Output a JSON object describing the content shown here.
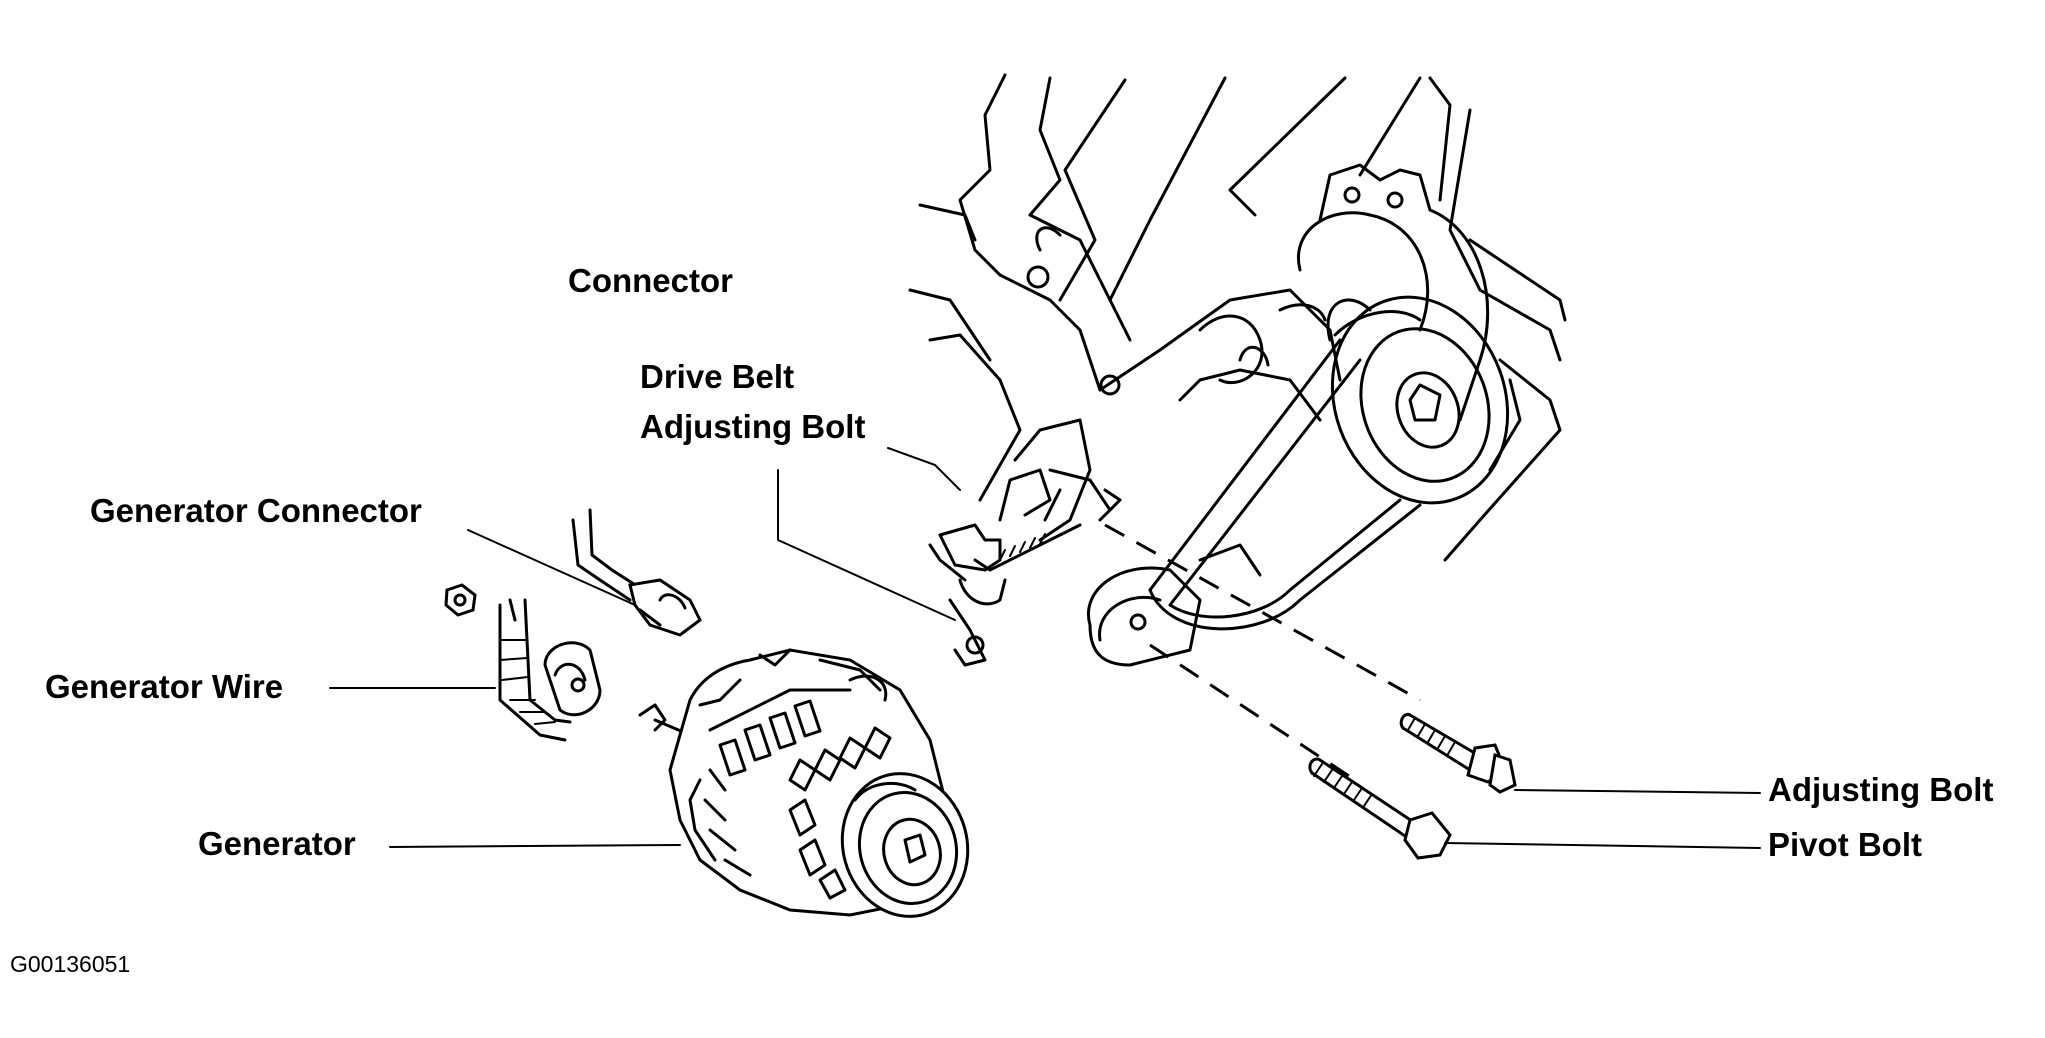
{
  "labels": {
    "connector": "Connector",
    "drive_belt_line1": "Drive Belt",
    "drive_belt_line2": "Adjusting Bolt",
    "generator_connector": "Generator Connector",
    "generator_wire": "Generator Wire",
    "generator": "Generator",
    "adjusting_bolt": "Adjusting Bolt",
    "pivot_bolt": "Pivot Bolt"
  },
  "figure_code": "G00136051"
}
